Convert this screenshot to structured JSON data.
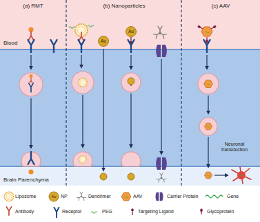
{
  "diagram": {
    "nodes": [
      {
        "text": [
          "Blood"
        ]
      },
      {
        "text": [
          "Brain Parenchyma"
        ]
      },
      {
        "text": [
          "Au"
        ],
        "in": 0
      },
      {
        "text": [
          "Au"
        ],
        "in": 0
      }
    ],
    "labels": [
      "(a) RMT",
      "(b) Nanoparticles",
      "(c) AAV",
      "Neuronal transduction",
      "Au"
    ],
    "legend": [
      {
        "text": "Liposome"
      },
      {
        "text": "NP"
      },
      {
        "text": "Dendrimer"
      },
      {
        "text": "AAV"
      },
      {
        "text": "Carrier Protein"
      },
      {
        "text": "Gene"
      },
      {
        "text": "Antibody"
      },
      {
        "text": "Receptor"
      },
      {
        "text": "PEG"
      },
      {
        "text": "Targeting Ligand"
      },
      {
        "text": "Glycoprotein"
      }
    ]
  }
}
